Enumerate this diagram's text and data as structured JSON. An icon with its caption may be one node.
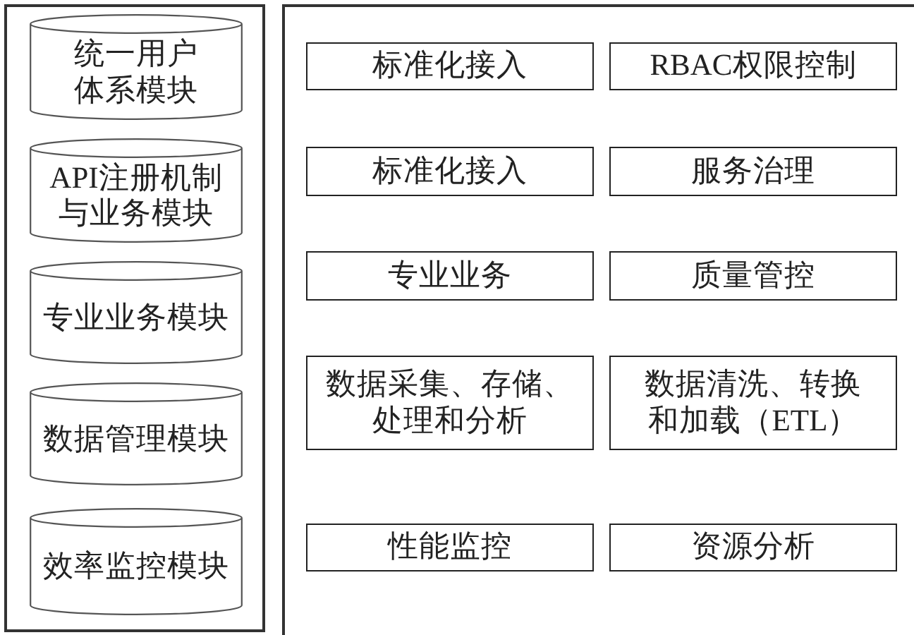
{
  "diagram": {
    "nodes": [
      {
        "text": [],
        "shape": "box"
      },
      {
        "text": [
          "统一用户体系模块"
        ],
        "in": 0
      },
      {
        "text": [
          "API注册机制与业务模块"
        ],
        "in": 0
      },
      {
        "text": [
          "专业业务模块"
        ],
        "in": 0
      },
      {
        "text": [
          "数据管理模块"
        ],
        "in": 0
      },
      {
        "text": [
          "效率监控模块"
        ],
        "in": 0
      },
      {
        "text": [],
        "shape": "box"
      },
      {
        "text": [
          "标准化接入"
        ],
        "in": 6
      },
      {
        "text": [
          "RBAC权限控制"
        ],
        "in": 6
      },
      {
        "text": [
          "标准化接入"
        ],
        "in": 6
      },
      {
        "text": [
          "服务治理"
        ],
        "in": 6
      },
      {
        "text": [
          "专业业务"
        ],
        "in": 6
      },
      {
        "text": [
          "质量管控"
        ],
        "in": 6
      },
      {
        "text": [
          "数据采集、存储、处理和分析"
        ],
        "in": 6
      },
      {
        "text": [
          "数据清洗、转换和加载（ETL）"
        ],
        "in": 6
      },
      {
        "text": [
          "性能监控"
        ],
        "in": 6
      },
      {
        "text": [
          "资源分析"
        ],
        "in": 6
      }
    ]
  }
}
